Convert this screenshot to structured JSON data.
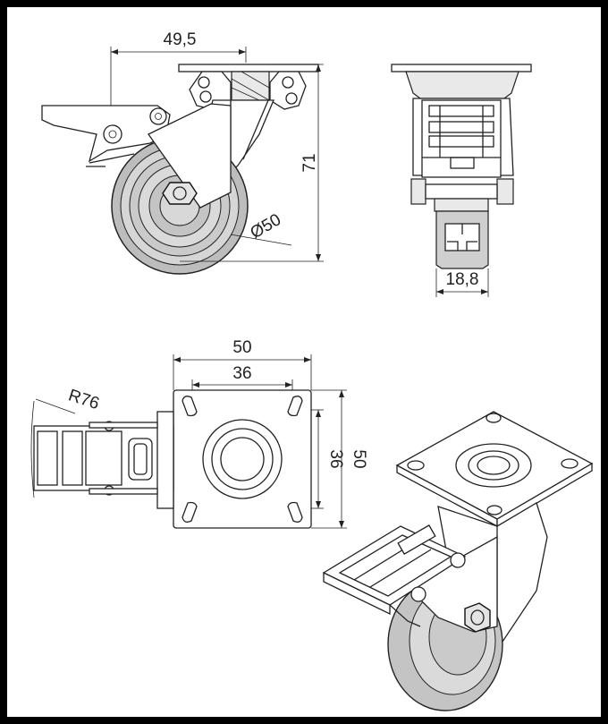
{
  "drawing": {
    "background_color": "#000000",
    "sheet_color": "#ffffff",
    "line_color": "#222222",
    "dimensions": {
      "side_width": "49,5",
      "side_height": "71",
      "wheel_diameter": "Ø50",
      "front_tread": "18,8",
      "plate_width": "50",
      "hole_spacing_x": "36",
      "hole_spacing_y": "36",
      "plate_height": "50",
      "swivel_radius": "R76"
    }
  }
}
